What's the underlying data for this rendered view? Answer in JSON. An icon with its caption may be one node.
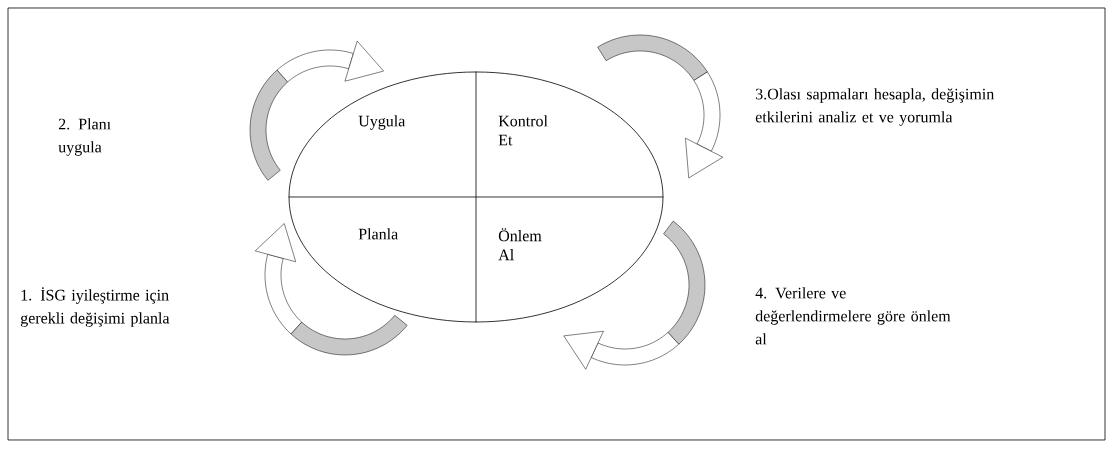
{
  "diagram": {
    "nodes": [
      {
        "text": [
          "Uygula",
          "Kontrol Et",
          "Planla",
          "Önlem Al"
        ]
      }
    ],
    "labels": [
      "2. Planı uygula",
      "3.Olası sapmaları hesapla, değişimin etkilerini analiz et ve yorumla",
      "1. İSG iyileştirme için gerekli değişimi planla",
      "4. Verilere ve değerlendirmelere göre önlem al"
    ]
  }
}
